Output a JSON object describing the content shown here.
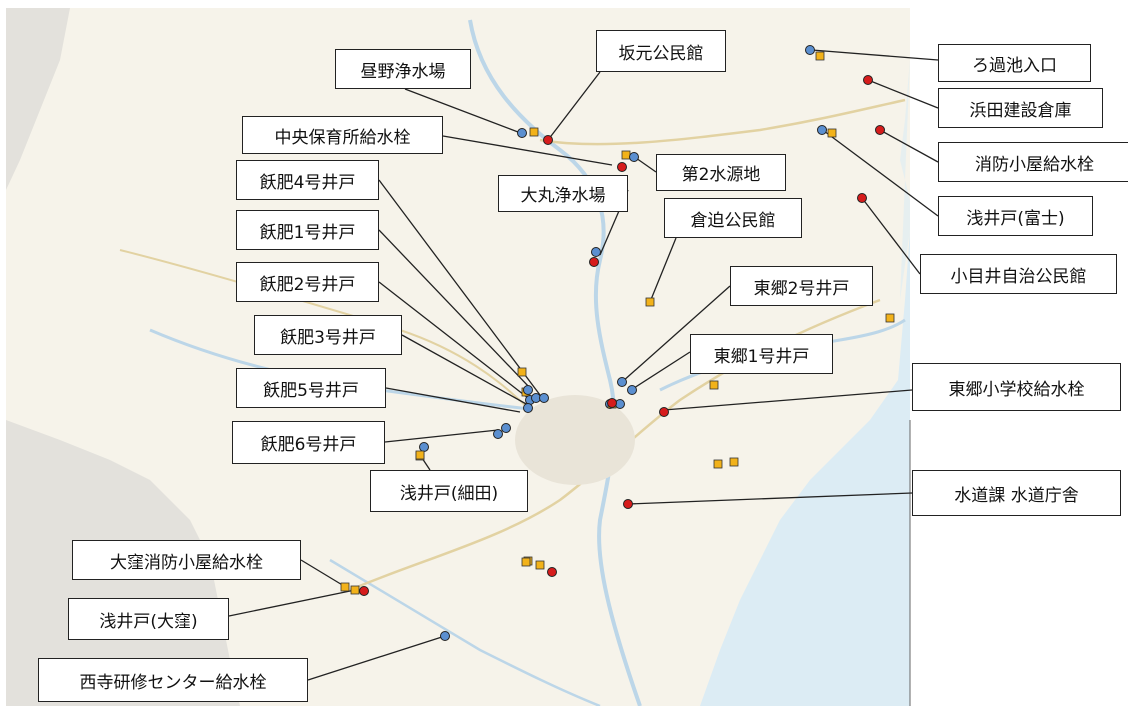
{
  "colors": {
    "paper": "#f3f0e6",
    "land": "#f6f3ea",
    "mountain": "#e3e1dc",
    "sea": "#dcecf4",
    "river": "#bcd6e8",
    "road": "#e2d2a2",
    "well_blue": "#5b8fd0",
    "hydrant_red": "#d61c1c",
    "facility_yellow": "#f2b21a"
  },
  "legend_note": "blue=well/source, red=hydrant/base, yellow=facility",
  "labels": [
    {
      "id": "hiruno-josuijo",
      "text": "昼野浄水場"
    },
    {
      "id": "sakamoto-kominkan",
      "text": "坂元公民館"
    },
    {
      "id": "rokachi-iriguchi",
      "text": "ろ過池入口"
    },
    {
      "id": "hamada-kensetsu",
      "text": "浜田建設倉庫"
    },
    {
      "id": "chuo-hoikusho",
      "text": "中央保育所給水栓"
    },
    {
      "id": "shobo-koya",
      "text": "消防小屋給水栓"
    },
    {
      "id": "dai2-suigenchi",
      "text": "第2水源地"
    },
    {
      "id": "obi4-ido",
      "text": "飫肥4号井戸"
    },
    {
      "id": "omaru-josuijo",
      "text": "大丸浄水場"
    },
    {
      "id": "asaido-fuji",
      "text": "浅井戸(富士)"
    },
    {
      "id": "kurasako-kominkan",
      "text": "倉迫公民館"
    },
    {
      "id": "obi1-ido",
      "text": "飫肥1号井戸"
    },
    {
      "id": "komei-jichi",
      "text": "小目井自治公民館"
    },
    {
      "id": "togo2-ido",
      "text": "東郷2号井戸"
    },
    {
      "id": "obi2-ido",
      "text": "飫肥2号井戸"
    },
    {
      "id": "obi3-ido",
      "text": "飫肥3号井戸"
    },
    {
      "id": "togo1-ido",
      "text": "東郷1号井戸"
    },
    {
      "id": "togo-shogakko",
      "text": "東郷小学校給水栓"
    },
    {
      "id": "obi5-ido",
      "text": "飫肥5号井戸"
    },
    {
      "id": "obi6-ido",
      "text": "飫肥6号井戸"
    },
    {
      "id": "asaido-hosoda",
      "text": "浅井戸(細田)"
    },
    {
      "id": "suidoka",
      "text": "水道課 水道庁舎"
    },
    {
      "id": "okubo-shobo",
      "text": "大窪消防小屋給水栓"
    },
    {
      "id": "asaido-okubo",
      "text": "浅井戸(大窪)"
    },
    {
      "id": "nishidera-kenshu",
      "text": "西寺研修センター給水栓"
    }
  ],
  "markers": [
    {
      "kind": "blue"
    },
    {
      "kind": "yellow"
    },
    {
      "kind": "red"
    },
    {
      "kind": "red"
    },
    {
      "kind": "blue"
    },
    {
      "kind": "yellow"
    },
    {
      "kind": "red"
    },
    {
      "kind": "blue"
    },
    {
      "kind": "yellow"
    },
    {
      "kind": "red"
    },
    {
      "kind": "red"
    },
    {
      "kind": "yellow"
    },
    {
      "kind": "blue"
    },
    {
      "kind": "blue"
    },
    {
      "kind": "yellow"
    },
    {
      "kind": "yellow"
    },
    {
      "kind": "red"
    },
    {
      "kind": "blue"
    },
    {
      "kind": "yellow"
    },
    {
      "kind": "yellow"
    },
    {
      "kind": "red"
    },
    {
      "kind": "yellow"
    },
    {
      "kind": "yellow"
    },
    {
      "kind": "yellow"
    },
    {
      "kind": "blue"
    },
    {
      "kind": "blue"
    },
    {
      "kind": "blue"
    },
    {
      "kind": "blue"
    },
    {
      "kind": "blue"
    },
    {
      "kind": "blue"
    },
    {
      "kind": "blue"
    },
    {
      "kind": "blue"
    },
    {
      "kind": "blue"
    },
    {
      "kind": "yellow"
    },
    {
      "kind": "blue"
    },
    {
      "kind": "blue"
    },
    {
      "kind": "blue"
    },
    {
      "kind": "yellow"
    },
    {
      "kind": "red"
    },
    {
      "kind": "yellow"
    },
    {
      "kind": "yellow"
    },
    {
      "kind": "yellow"
    },
    {
      "kind": "red"
    },
    {
      "kind": "yellow"
    },
    {
      "kind": "yellow"
    },
    {
      "kind": "yellow"
    },
    {
      "kind": "red"
    },
    {
      "kind": "blue"
    },
    {
      "kind": "yellow"
    },
    {
      "kind": "red"
    }
  ]
}
